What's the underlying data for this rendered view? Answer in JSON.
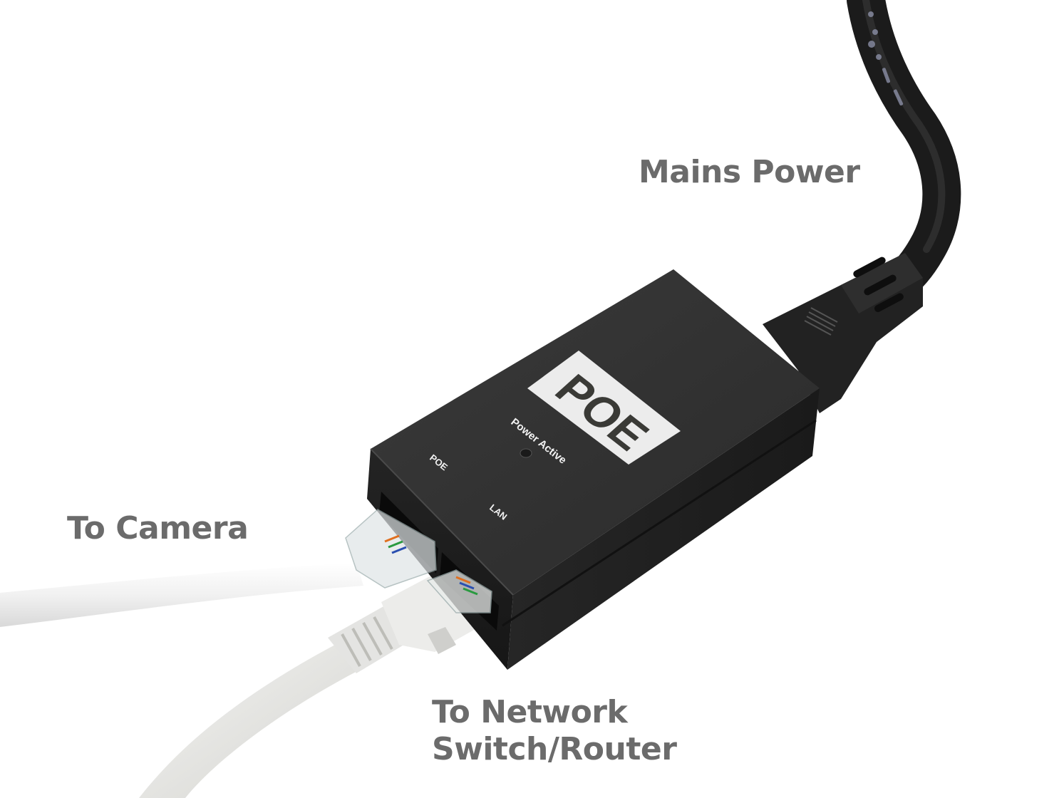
{
  "image": {
    "subject": "PoE injector with connected cables",
    "background_color": "#ffffff"
  },
  "annotations": {
    "mains_power": "Mains Power",
    "to_camera": "To Camera",
    "to_network_line1": "To Network",
    "to_network_line2": "Switch/Router",
    "label_color": "#6b6b6b"
  },
  "device": {
    "badge_text": "POE",
    "indicator_label": "Power Active",
    "port_poe_label": "POE",
    "port_lan_label": "LAN",
    "body_color": "#2b2b2b",
    "badge_color": "#ececec",
    "badge_text_color": "#3a3a36"
  },
  "cables": {
    "power_cord_color": "#1e1e1e",
    "ethernet_camera_color": "#f4f4f4",
    "ethernet_network_color": "#e6e6e4"
  }
}
